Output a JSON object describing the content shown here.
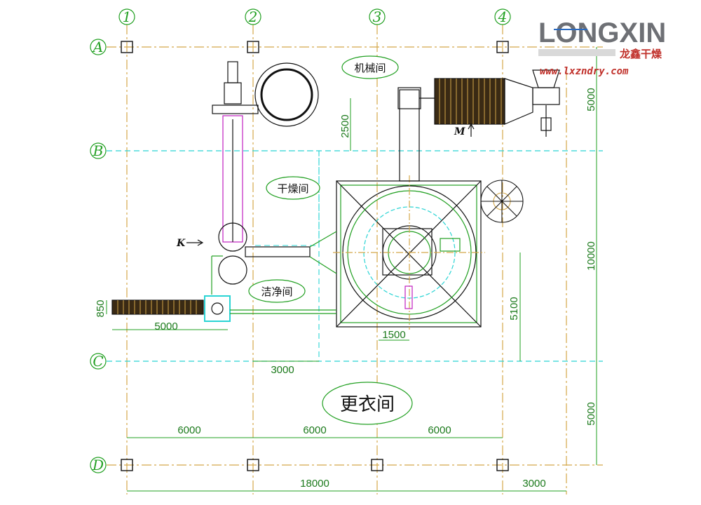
{
  "logo": {
    "brand": "LONGXIN",
    "subtitle": "龙鑫干燥",
    "website": "www.lxzndry.com"
  },
  "grid_axes": {
    "columns": [
      "1",
      "2",
      "3",
      "4"
    ],
    "rows": [
      "A",
      "B",
      "C",
      "D"
    ]
  },
  "rooms": {
    "machine_room": "机械间",
    "drying_room": "干燥间",
    "clean_room": "洁净间",
    "changing_room": "更衣间"
  },
  "markers": {
    "k": "K",
    "m": "M"
  },
  "dimensions": {
    "bay_1": "6000",
    "bay_2": "6000",
    "bay_3": "6000",
    "total_width": "18000",
    "extension": "3000",
    "top_offset": "2500",
    "row_ab": "5000",
    "row_bc": "10000",
    "row_cd": "5000",
    "tower_height": "5100",
    "tower_base": "1500",
    "clean_offset": "3000",
    "conveyor_length": "5000",
    "conveyor_width": "850"
  },
  "colors": {
    "axis_line": "#d4a84a",
    "grid_dashed": "#2ad4d4",
    "dimension": "#22a022",
    "equipment": "#111111",
    "duct": "#c020c0",
    "logo_red": "#c0302a",
    "logo_gray": "#6e7075"
  }
}
